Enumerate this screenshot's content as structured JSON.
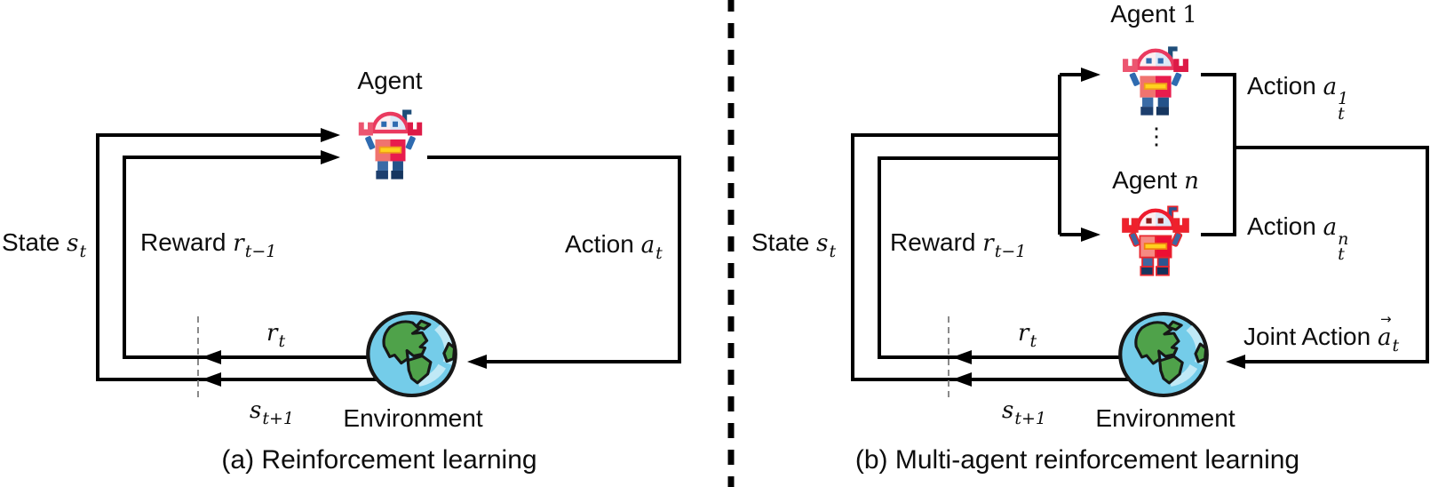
{
  "panel_a": {
    "caption": "(a) Reinforcement learning",
    "agent_label": "Agent",
    "environment_label": "Environment",
    "state_label": {
      "prefix": "State ",
      "var": "s",
      "sub": "t"
    },
    "reward_label": {
      "prefix": "Reward ",
      "var": "r",
      "sub": "t−1"
    },
    "action_label": {
      "prefix": "Action ",
      "var": "a",
      "sub": "t"
    },
    "reward_t_label": {
      "var": "r",
      "sub": "t"
    },
    "next_state_label": {
      "var": "s",
      "sub": "t+1"
    }
  },
  "panel_b": {
    "caption": "(b) Multi-agent reinforcement learning",
    "agent1_label": {
      "prefix": "Agent ",
      "index": "1"
    },
    "agent_n_label": {
      "prefix": "Agent ",
      "index": "n"
    },
    "ellipsis": "⋮",
    "environment_label": "Environment",
    "state_label": {
      "prefix": "State ",
      "var": "s",
      "sub": "t"
    },
    "reward_label": {
      "prefix": "Reward ",
      "var": "r",
      "sub": "t−1"
    },
    "action1_label": {
      "prefix": "Action ",
      "var": "a",
      "sub": "t",
      "sup": "1"
    },
    "action_n_label": {
      "prefix": "Action ",
      "var": "a",
      "sub": "t",
      "sup": "n"
    },
    "joint_action_label": {
      "prefix": "Joint Action ",
      "vec": "→",
      "var": "a",
      "sub": "t"
    },
    "reward_t_label": {
      "var": "r",
      "sub": "t"
    },
    "next_state_label": {
      "var": "s",
      "sub": "t+1"
    }
  },
  "icons": {
    "agent": "robot-icon",
    "agent_n": "robot-red-icon",
    "environment": "globe-icon"
  },
  "colors": {
    "line": "#000000",
    "timestep_dash": "#8a8a8a",
    "divider_dash": "#000000",
    "robot_crimson": "#e81c4d",
    "robot_salmon": "#f0736f",
    "robot_blue": "#2f6bb0",
    "robot_red_outline": "#e8262e",
    "slot_yellow": "#ffd21d",
    "globe_ocean": "#74cce9",
    "globe_land": "#4fa24a"
  }
}
